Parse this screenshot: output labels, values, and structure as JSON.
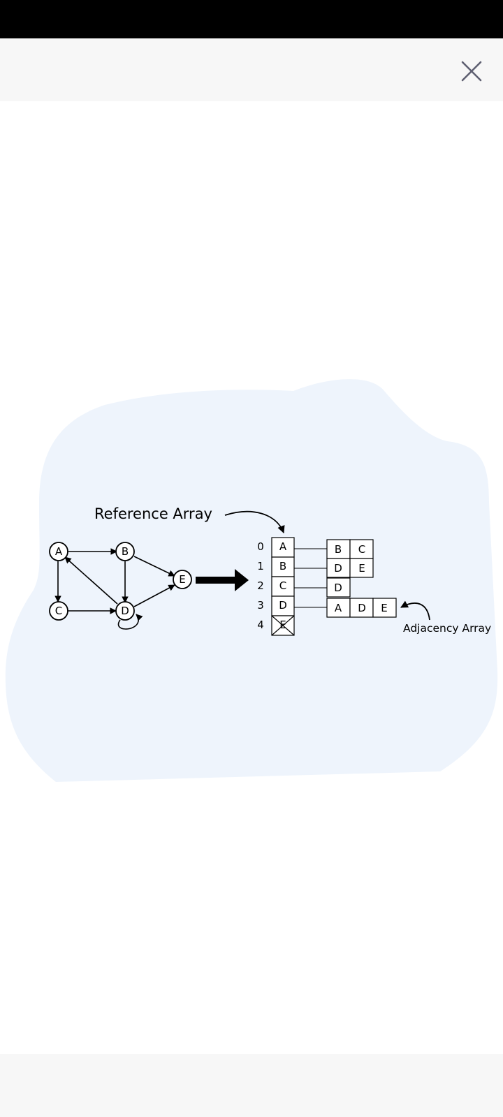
{
  "window": {
    "close_icon": "close-icon"
  },
  "diagram": {
    "graph": {
      "nodes": [
        "A",
        "B",
        "C",
        "D",
        "E"
      ],
      "edges": [
        [
          "A",
          "B"
        ],
        [
          "A",
          "C"
        ],
        [
          "B",
          "D"
        ],
        [
          "B",
          "E"
        ],
        [
          "C",
          "D"
        ],
        [
          "D",
          "A"
        ],
        [
          "D",
          "E"
        ],
        [
          "D",
          "D"
        ]
      ]
    },
    "reference_array_label": "Reference Array",
    "adjacency_array_label": "Adjacency Array",
    "indices": [
      "0",
      "1",
      "2",
      "3",
      "4"
    ],
    "reference_array": [
      "A",
      "B",
      "C",
      "D",
      "E"
    ],
    "adjacency_lists": [
      [
        "B",
        "C"
      ],
      [
        "D",
        "E"
      ],
      [
        "D"
      ],
      [
        "A",
        "D",
        "E"
      ],
      []
    ],
    "blob_color": "#eef4fc"
  }
}
